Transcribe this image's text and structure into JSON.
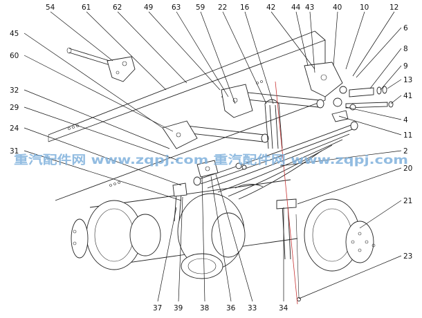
{
  "watermark": {
    "text": "重汽配件网 www.zqpj.com 重汽配件网 www.zqpj.com",
    "color": "#7fb1dc"
  },
  "callouts": {
    "top": [
      "54",
      "61",
      "62",
      "49",
      "63",
      "59",
      "22",
      "16",
      "42",
      "44",
      "43",
      "40",
      "10",
      "12"
    ],
    "right": [
      "6",
      "8",
      "9",
      "13",
      "41",
      "4",
      "11",
      "2",
      "20",
      "21",
      "23"
    ],
    "left": [
      "45",
      "60",
      "32",
      "29",
      "24",
      "31"
    ],
    "bottom": [
      "37",
      "39",
      "38",
      "36",
      "33",
      "34"
    ]
  }
}
